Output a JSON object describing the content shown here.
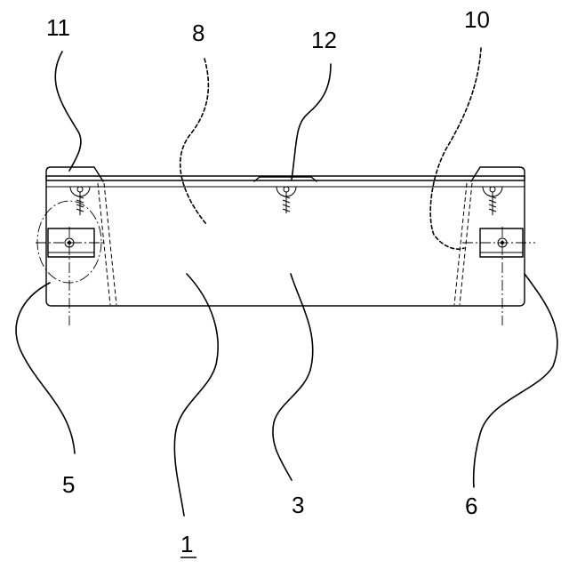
{
  "figure": {
    "reference_numerals": {
      "r11": "11",
      "r8": "8",
      "r12": "12",
      "r10": "10",
      "r5": "5",
      "r1": "1",
      "r3": "3",
      "r6": "6"
    },
    "main_numeral_underlined": true,
    "line_color": "#000000",
    "background": "#ffffff"
  }
}
